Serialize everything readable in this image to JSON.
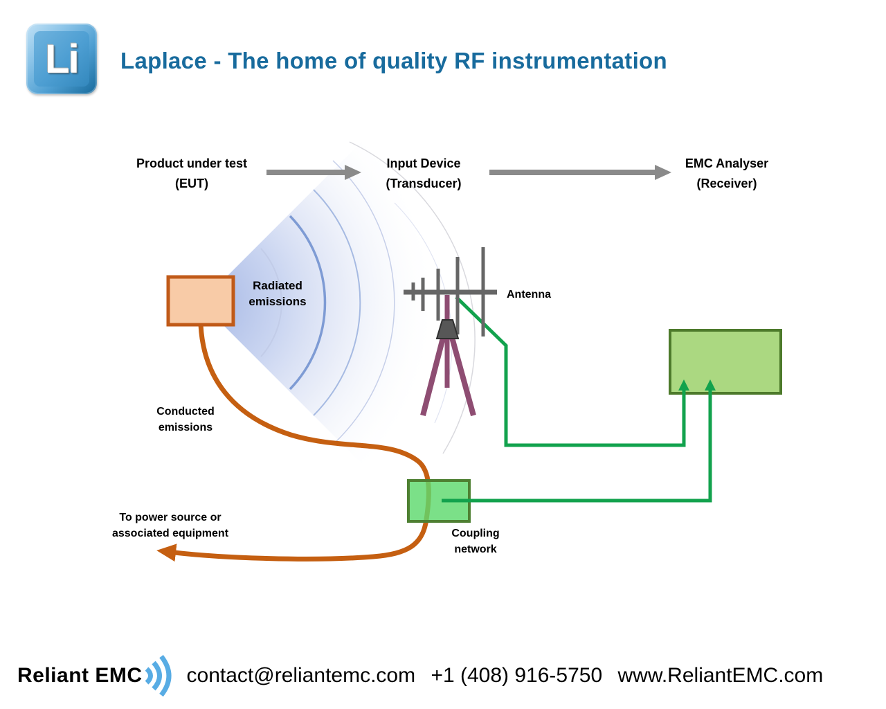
{
  "header": {
    "logo_text": "Li",
    "title": "Laplace - The home of quality RF instrumentation",
    "title_color": "#186b9d"
  },
  "diagram": {
    "stages": [
      {
        "line1": "Product under test",
        "line2": "(EUT)"
      },
      {
        "line1": "Input Device",
        "line2": "(Transducer)"
      },
      {
        "line1": "EMC Analyser",
        "line2": "(Receiver)"
      }
    ],
    "labels": {
      "radiated_line1": "Radiated",
      "radiated_line2": "emissions",
      "antenna": "Antenna",
      "conducted_line1": "Conducted",
      "conducted_line2": "emissions",
      "power_line1": "To power source or",
      "power_line2": "associated equipment",
      "coupling_line1": "Coupling",
      "coupling_line2": "network"
    },
    "colors": {
      "eut_fill": "#F8CBA7",
      "eut_border": "#C05A18",
      "analyser_fill": "#ABD881",
      "analyser_border": "#4D7A2B",
      "coupling_fill": "#5ED96E",
      "coupling_border": "#4E8032",
      "signal_green": "#12A24D",
      "conducted_orange": "#C55F11",
      "emission_blue": "#7E9BD4",
      "antenna_gray": "#666666",
      "tripod_maroon": "#8E4D72",
      "flow_arrow_gray": "#8A8A8A"
    }
  },
  "footer": {
    "company": "Reliant EMC",
    "email": "contact@reliantemc.com",
    "phone": "+1 (408) 916-5750",
    "website": "www.ReliantEMC.com"
  }
}
